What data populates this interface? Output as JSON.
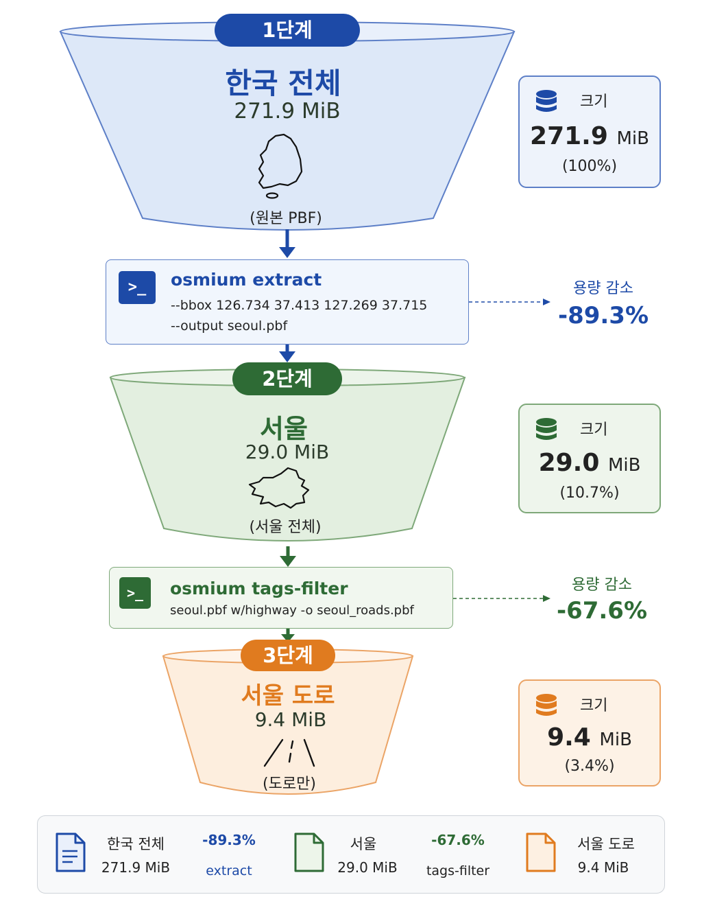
{
  "colors": {
    "blue": "#1d4aa7",
    "blue_fill": "#dde8f8",
    "blue_border": "#5d7fc7",
    "green": "#2e6b35",
    "green_fill": "#e3efe0",
    "green_border": "#7ea879",
    "orange": "#e07b1f",
    "orange_fill": "#fdeede",
    "orange_border": "#eba466"
  },
  "stages": [
    {
      "pill": "1단계",
      "title": "한국 전체",
      "size": "271.9 MiB",
      "caption": "(원본 PBF)",
      "icon": "korea-map-icon",
      "box": {
        "label": "크기",
        "value_num": "271.9",
        "value_unit": "MiB",
        "percent": "(100%)"
      }
    },
    {
      "pill": "2단계",
      "title": "서울",
      "size": "29.0 MiB",
      "caption": "(서울 전체)",
      "icon": "seoul-map-icon",
      "box": {
        "label": "크기",
        "value_num": "29.0",
        "value_unit": "MiB",
        "percent": "(10.7%)"
      }
    },
    {
      "pill": "3단계",
      "title": "서울 도로",
      "size": "9.4 MiB",
      "caption": "(도로만)",
      "icon": "road-icon",
      "box": {
        "label": "크기",
        "value_num": "9.4",
        "value_unit": "MiB",
        "percent": "(3.4%)"
      }
    }
  ],
  "commands": [
    {
      "icon_text": ">_",
      "title": "osmium extract",
      "lines": [
        "--bbox 126.734 37.413 127.269 37.715",
        "--output seoul.pbf"
      ],
      "reduction_label": "용량 감소",
      "reduction": "-89.3%"
    },
    {
      "icon_text": ">_",
      "title": "osmium tags-filter",
      "lines": [
        "seoul.pbf w/highway -o seoul_roads.pbf"
      ],
      "reduction_label": "용량 감소",
      "reduction": "-67.6%"
    }
  ],
  "summary": {
    "files": [
      {
        "name": "한국 전체",
        "size": "271.9 MiB",
        "icon": "document-icon"
      },
      {
        "name": "서울",
        "size": "29.0 MiB",
        "icon": "document-icon"
      },
      {
        "name": "서울 도로",
        "size": "9.4 MiB",
        "icon": "document-icon"
      }
    ],
    "steps": [
      {
        "percent": "-89.3%",
        "tool": "extract"
      },
      {
        "percent": "-67.6%",
        "tool": "tags-filter"
      }
    ]
  }
}
